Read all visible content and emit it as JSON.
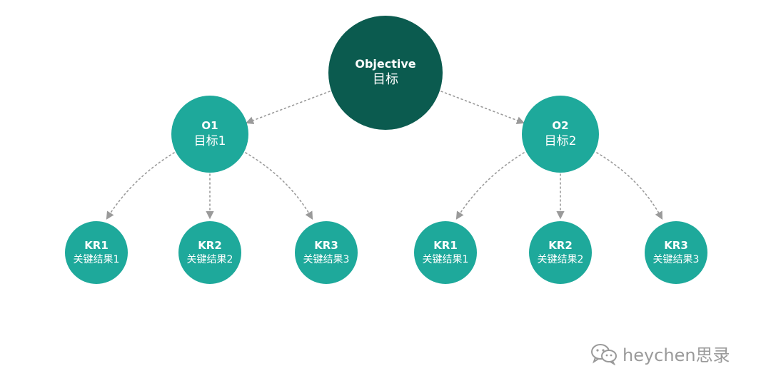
{
  "diagram": {
    "root": {
      "title": "Objective",
      "subtitle": "目标"
    },
    "objectives": [
      {
        "title": "O1",
        "subtitle": "目标1",
        "key_results": [
          {
            "title": "KR1",
            "subtitle": "关键结果1"
          },
          {
            "title": "KR2",
            "subtitle": "关键结果2"
          },
          {
            "title": "KR3",
            "subtitle": "关键结果3"
          }
        ]
      },
      {
        "title": "O2",
        "subtitle": "目标2",
        "key_results": [
          {
            "title": "KR1",
            "subtitle": "关键结果1"
          },
          {
            "title": "KR2",
            "subtitle": "关键结果2"
          },
          {
            "title": "KR3",
            "subtitle": "关键结果3"
          }
        ]
      }
    ]
  },
  "colors": {
    "root": "#0b5b4f",
    "node": "#1ea99b",
    "connector": "#9a9a9a"
  },
  "watermark": {
    "icon": "wechat-icon",
    "text": "heychen思录"
  }
}
